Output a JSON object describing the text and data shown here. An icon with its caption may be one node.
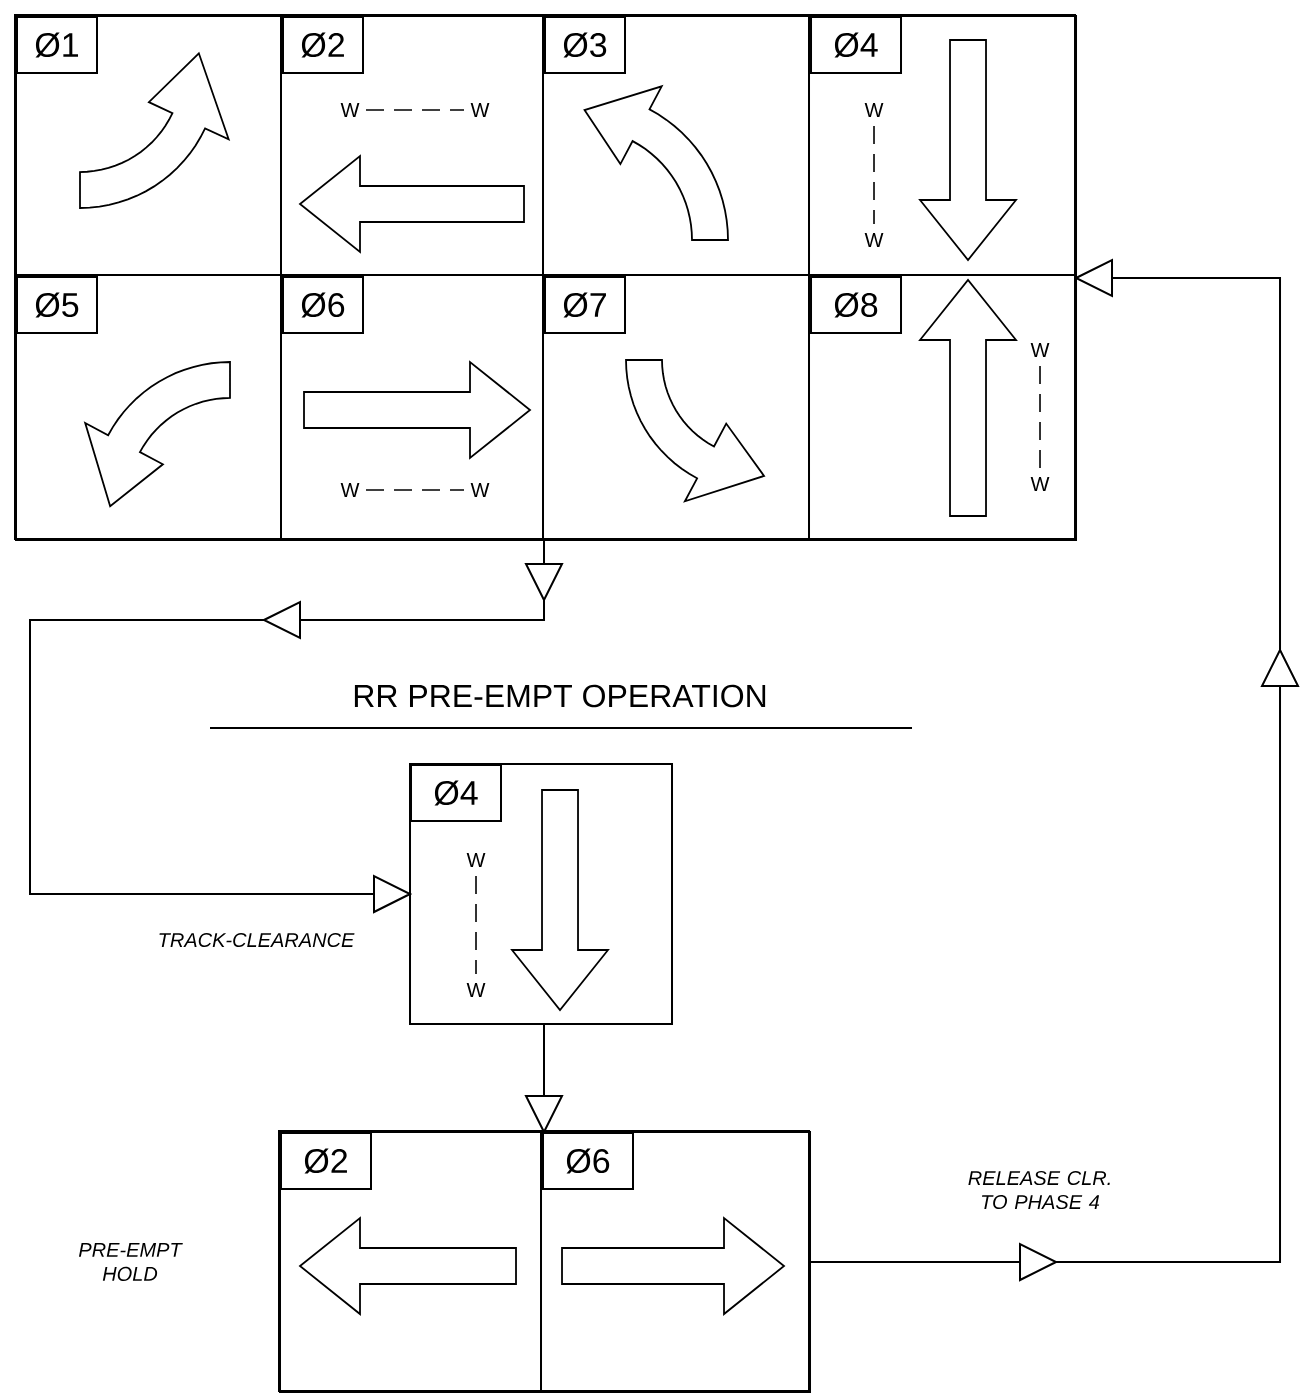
{
  "diagram": {
    "title": "RR PRE-EMPT OPERATION",
    "nodes": [
      {
        "text": [],
        "shape": "box"
      },
      {
        "text": [
          "Ø1"
        ],
        "in": 0
      },
      {
        "text": [
          "Ø2",
          "W",
          "W"
        ],
        "in": 0
      },
      {
        "text": [
          "Ø3"
        ],
        "in": 0
      },
      {
        "text": [
          "Ø4",
          "W",
          "W"
        ],
        "in": 0
      },
      {
        "text": [
          "Ø5"
        ],
        "in": 0
      },
      {
        "text": [
          "Ø6",
          "W",
          "W"
        ],
        "in": 0
      },
      {
        "text": [
          "Ø7"
        ],
        "in": 0
      },
      {
        "text": [
          "Ø8",
          "W",
          "W"
        ],
        "in": 0
      },
      {
        "text": [
          "Ø4",
          "W",
          "W"
        ],
        "beside": [
          "TRACK-CLEARANCE"
        ]
      },
      {
        "text": [],
        "shape": "box"
      },
      {
        "text": [
          "Ø2"
        ],
        "in": 10
      },
      {
        "text": [
          "Ø6"
        ],
        "in": 10
      }
    ],
    "edges": [
      {
        "from": 0,
        "to": 9,
        "arrow": "to"
      },
      {
        "from": 9,
        "to": 10,
        "arrow": "to"
      },
      {
        "from": 10,
        "to": 0,
        "arrow": "to",
        "label": "RELEASE CLR. TO PHASE 4"
      }
    ],
    "labels": [
      "PRE-EMPT HOLD"
    ]
  }
}
